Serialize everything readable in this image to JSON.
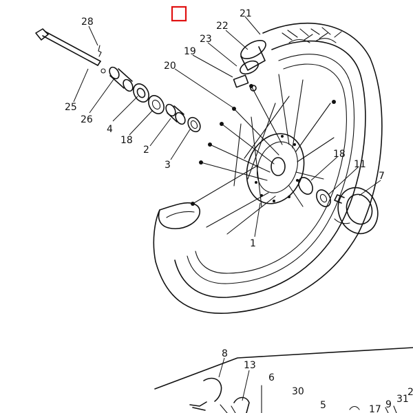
{
  "marker": {
    "color": "#e01010"
  },
  "callouts": [
    {
      "label": "21"
    },
    {
      "label": "22"
    },
    {
      "label": "23"
    },
    {
      "label": "19"
    },
    {
      "label": "20"
    },
    {
      "label": "28"
    },
    {
      "label": "25"
    },
    {
      "label": "26"
    },
    {
      "label": "4"
    },
    {
      "label": "18"
    },
    {
      "label": "2"
    },
    {
      "label": "3"
    },
    {
      "label": "18"
    },
    {
      "label": "11"
    },
    {
      "label": "7"
    },
    {
      "label": "1"
    },
    {
      "label": "8"
    },
    {
      "label": "13"
    },
    {
      "label": "6"
    },
    {
      "label": "30"
    },
    {
      "label": "5"
    },
    {
      "label": "17"
    },
    {
      "label": "9"
    },
    {
      "label": "31"
    },
    {
      "label": "2"
    }
  ]
}
